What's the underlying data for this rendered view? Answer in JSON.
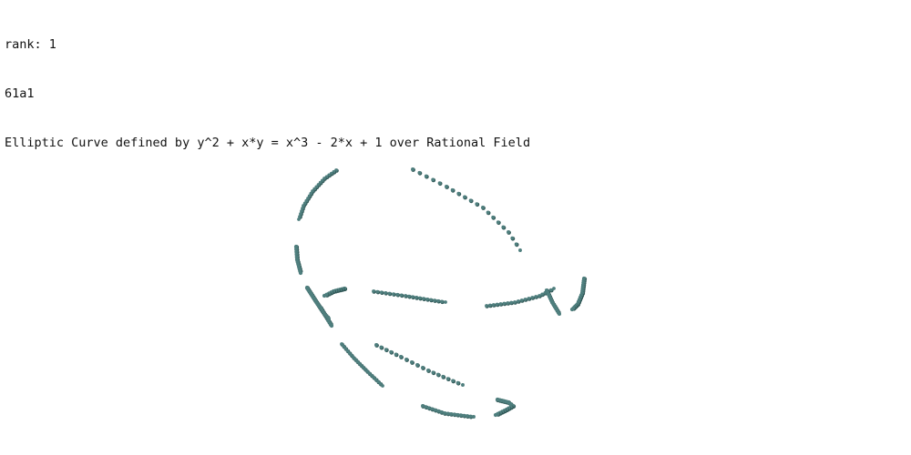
{
  "header": {
    "rank_line": "rank: 1",
    "label_line": "61a1",
    "description_line": "Elliptic Curve defined by y^2 + x*y = x^3 - 2*x + 1 over Rational Field"
  },
  "colors": {
    "point_fill": "#4f7f7e",
    "point_shadow": "#2f5554",
    "text": "#111111",
    "background": "#ffffff"
  }
}
